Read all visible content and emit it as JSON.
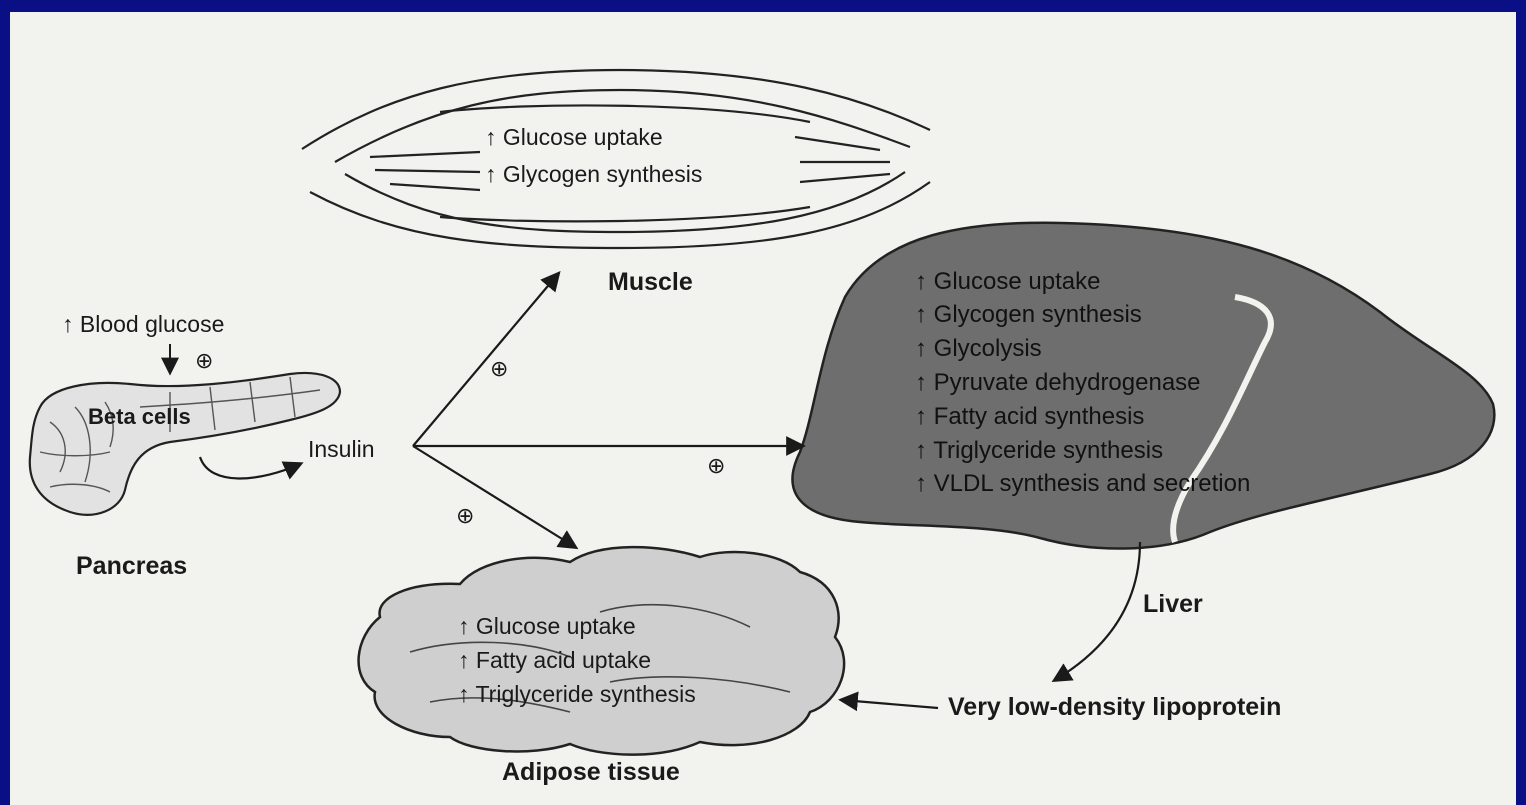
{
  "slide_bg": "#0b0f86",
  "stimulus": {
    "icon": "up-arrow-icon",
    "label": "Blood glucose"
  },
  "pancreas": {
    "cells_label": "Beta cells",
    "organ_label": "Pancreas",
    "hormone_label": "Insulin"
  },
  "plus_sign": "⊕",
  "up_arrow": "↑",
  "muscle": {
    "organ_label": "Muscle",
    "effects": [
      "Glucose uptake",
      "Glycogen synthesis"
    ]
  },
  "liver": {
    "organ_label": "Liver",
    "fill_color": "#6e6e6e",
    "effects": [
      "Glucose uptake",
      "Glycogen synthesis",
      "Glycolysis",
      "Pyruvate dehydrogenase",
      "Fatty acid synthesis",
      "Triglyceride synthesis",
      "VLDL synthesis and secretion"
    ]
  },
  "adipose": {
    "organ_label": "Adipose tissue",
    "fill_color": "#cfcfcf",
    "effects": [
      "Glucose uptake",
      "Fatty acid uptake",
      "Triglyceride synthesis"
    ]
  },
  "vldl_label": "Very low-density lipoprotein"
}
